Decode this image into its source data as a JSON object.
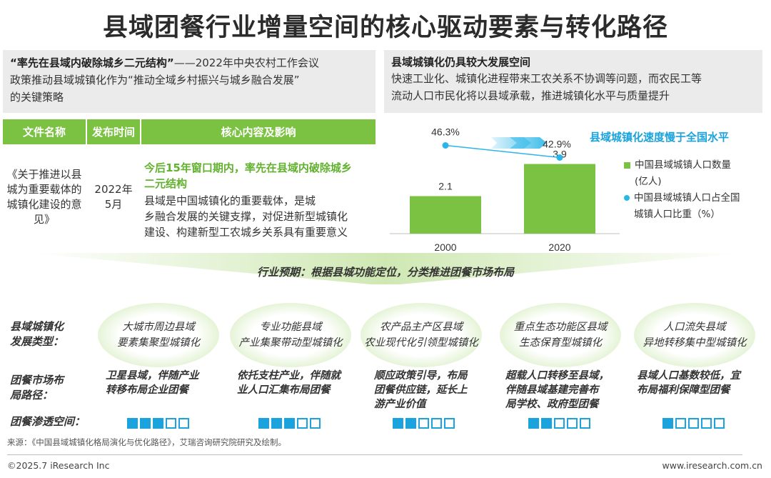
{
  "title": "县域团餐行业增量空间的核心驱动要素与转化路径",
  "quote": {
    "bold": "“率先在县域内破除城乡二元结构”",
    "source": "——2022年中央农村工作会议",
    "line2": "政策推动县域城镇化作为“推动全域乡村振兴与城乡融合发展”",
    "line3": "的关键策略"
  },
  "right_box": {
    "title": "县域城镇化仍具较大发展空间",
    "line1": "快速工业化、城镇化进程带来工农关系不协调等问题，而农民工等",
    "line2": "流动人口市民化将以县域承载，推进城镇化水平与质量提升"
  },
  "table": {
    "headers": [
      "文件名称",
      "发布时间",
      "核心内容及影响"
    ],
    "row": {
      "name_l1": "《关于推进以县",
      "name_l2": "城为重要载体的",
      "name_l3": "城镇化建设的意",
      "name_l4": "见》",
      "date_l1": "2022年",
      "date_l2": "5月",
      "highlight_l1": "今后15年窗口期内，率先在县域内破除城乡",
      "highlight_l2": "二元结构",
      "text_l1": "县域是中国城镇化的重要载体，是城",
      "text_l2": "乡融合发展的关键支撑，对促进新型城镇化",
      "text_l3": "建设、构建新型工农城乡关系具有重要意义"
    }
  },
  "chart_data": {
    "type": "bar",
    "categories": [
      "2000",
      "2020"
    ],
    "series": [
      {
        "name": "中国县域城镇人口数量（亿人）",
        "values": [
          2.1,
          3.9
        ],
        "color": "#7cc242"
      },
      {
        "name": "中国县域城镇人口占全国城镇人口比重（%）",
        "values": [
          46.3,
          42.9
        ],
        "color": "#29b6e8",
        "type": "scatter"
      }
    ],
    "bar_labels": [
      "2.1",
      "3.9"
    ],
    "pct_labels": [
      "46.3%",
      "42.9%"
    ],
    "annotation": "县域城镇化速度慢于全国水平",
    "legend_l1a": "中国县域城镇人口数量",
    "legend_l1b": "(亿人)",
    "legend_l2a": "中国县域城镇人口占全国",
    "legend_l2b": "城镇人口比重（%）"
  },
  "band_text": "行业预期：根据县城功能定位，分类推进团餐市场布局",
  "row_labels": {
    "type_l1": "县域城镇化",
    "type_l2": "发展类型：",
    "path_l1": "团餐市场布",
    "path_l2": "局路径：",
    "space": "团餐渗透空间："
  },
  "types": [
    {
      "l1": "大城市周边县域",
      "l2": "要素集聚型城镇化",
      "path": [
        "卫星县域，伴随产业",
        "转移布局企业团餐"
      ],
      "level": 3
    },
    {
      "l1": "专业功能县域",
      "l2": "产业集聚带动型城镇化",
      "path": [
        "依托支柱产业，伴随就",
        "业人口汇集布局团餐"
      ],
      "level": 3
    },
    {
      "l1": "农产品主产区县域",
      "l2": "农业现代化引领型城镇化",
      "path": [
        "顺应政策引导，布局",
        "团餐供应链，延长上",
        "游产业价值"
      ],
      "level": 2
    },
    {
      "l1": "重点生态功能区县域",
      "l2": "生态保育型城镇化",
      "path": [
        "超载人口转移至县域，",
        "伴随县域基建完善布",
        "局学校、政府型团餐"
      ],
      "level": 2
    },
    {
      "l1": "人口流失县域",
      "l2": "异地转移集中型城镇化",
      "path": [
        "县域人口基数较低，宜",
        "布局福利保障型团餐"
      ],
      "level": 1
    }
  ],
  "source": "来源：《中国县域城镇化格局演化与优化路径》，艾瑞咨询研究院研究及绘制。",
  "footer_left": "©2025.7 iResearch Inc",
  "footer_right": "www.iresearch.com.cn"
}
